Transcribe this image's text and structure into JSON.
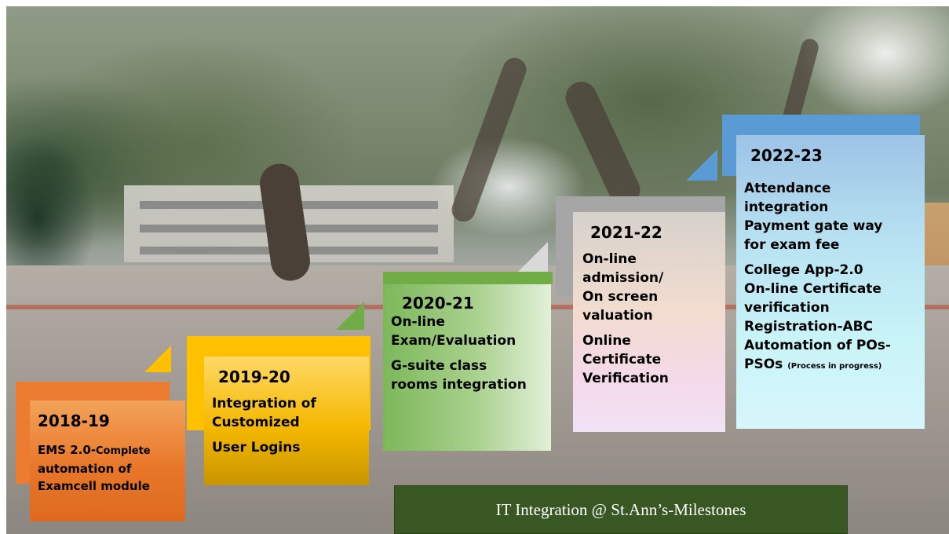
{
  "milestones": [
    {
      "year": "2018-19",
      "line1": "EMS 2.0-",
      "line1_small": "Complete",
      "line2": "automation of",
      "line3": "Examcell module",
      "color": "#ED7D31"
    },
    {
      "year": "2019-20",
      "line1": "Integration of",
      "line2": "Customized",
      "line3": "User Logins",
      "color": "#FFC000"
    },
    {
      "year": "2020-21",
      "line1": "On-line",
      "line2": "Exam/Evaluation",
      "line3": "G-suite class",
      "line4": "rooms integration",
      "color": "#70AD47"
    },
    {
      "year": "2021-22",
      "line1": "On-line",
      "line2": "admission/",
      "line3": "On screen",
      "line4": "valuation",
      "line5": "Online",
      "line6": "Certificate",
      "line7": "Verification",
      "color": "#A6A6A6"
    },
    {
      "year": "2022-23",
      "line1": "Attendance",
      "line2": "integration",
      "line3": "Payment gate way",
      "line4": "for exam fee",
      "line5": "College App-2.0",
      "line6": "On-line Certificate",
      "line7": "verification",
      "line8": "Registration-ABC",
      "line9": "Automation of POs-",
      "line10": "PSOs",
      "line10_small": "(Process in progress)",
      "color": "#5B9BD5"
    }
  ],
  "caption": "IT Integration @ St.Ann’s-Milestones"
}
